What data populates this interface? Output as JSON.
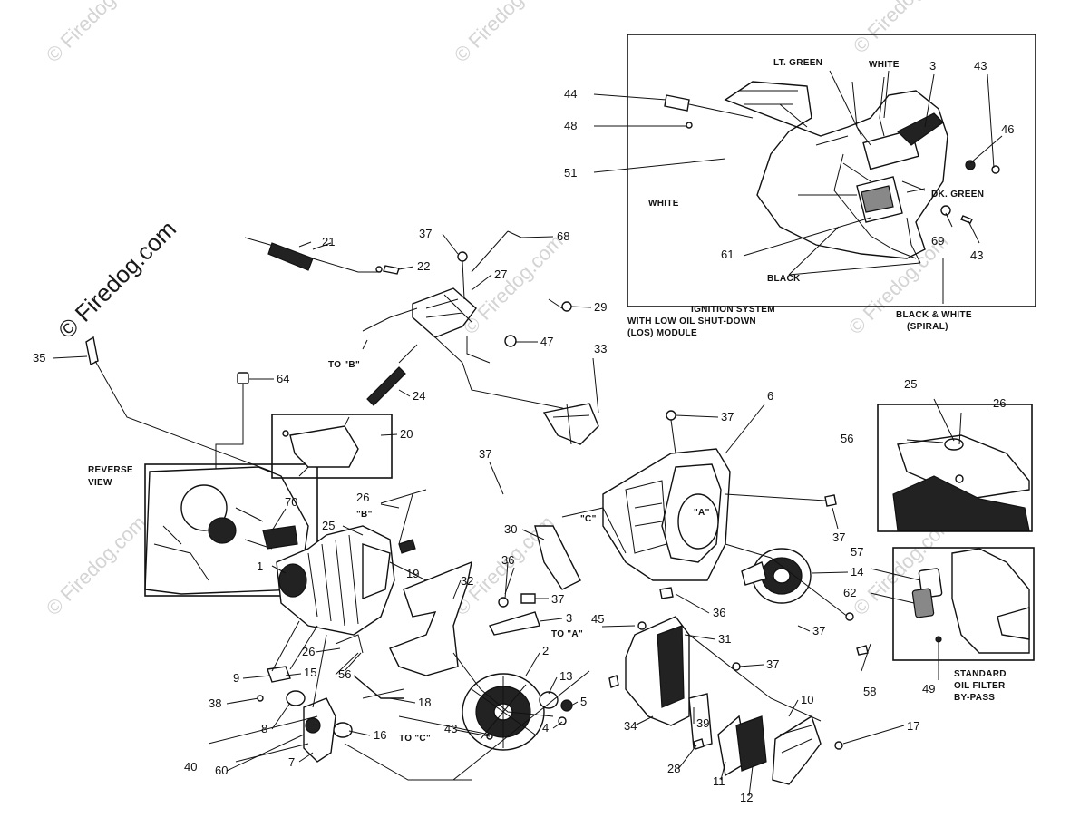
{
  "watermark": {
    "main": "© Firedog.com",
    "faint": "© Firedog.com"
  },
  "captions": {
    "ignition_1": "IGNITION SYSTEM",
    "ignition_2": "WITH LOW OIL SHUT-DOWN",
    "ignition_3": "(LOS) MODULE",
    "reverse_1": "REVERSE",
    "reverse_2": "VIEW",
    "oil_1": "STANDARD",
    "oil_2": "OIL FILTER",
    "oil_3": "BY-PASS"
  },
  "wires": {
    "lt_green": "LT. GREEN",
    "white_top": "WHITE",
    "white_mid": "WHITE",
    "dk_green": "DK. GREEN",
    "black": "BLACK",
    "bw_1": "BLACK & WHITE",
    "bw_2": "(SPIRAL)"
  },
  "refs": {
    "to_b": "TO \"B\"",
    "to_a": "TO \"A\"",
    "to_c": "TO \"C\"",
    "a_mark": "\"A\"",
    "b_mark": "\"B\"",
    "c_mark": "\"C\""
  },
  "callouts": [
    {
      "id": "c44",
      "n": "44"
    },
    {
      "id": "c48",
      "n": "48"
    },
    {
      "id": "c51",
      "n": "51"
    },
    {
      "id": "c3a",
      "n": "3"
    },
    {
      "id": "c43a",
      "n": "43"
    },
    {
      "id": "c46",
      "n": "46"
    },
    {
      "id": "c61",
      "n": "61"
    },
    {
      "id": "c69",
      "n": "69"
    },
    {
      "id": "c43b",
      "n": "43"
    },
    {
      "id": "c21",
      "n": "21"
    },
    {
      "id": "c22",
      "n": "22"
    },
    {
      "id": "c37a",
      "n": "37"
    },
    {
      "id": "c68",
      "n": "68"
    },
    {
      "id": "c27",
      "n": "27"
    },
    {
      "id": "c29",
      "n": "29"
    },
    {
      "id": "c47",
      "n": "47"
    },
    {
      "id": "c35",
      "n": "35"
    },
    {
      "id": "c64",
      "n": "64"
    },
    {
      "id": "c24",
      "n": "24"
    },
    {
      "id": "c33",
      "n": "33"
    },
    {
      "id": "c37b",
      "n": "37"
    },
    {
      "id": "c6",
      "n": "6"
    },
    {
      "id": "c20",
      "n": "20"
    },
    {
      "id": "c37c",
      "n": "37"
    },
    {
      "id": "c70",
      "n": "70"
    },
    {
      "id": "c26a",
      "n": "26"
    },
    {
      "id": "c25a",
      "n": "25"
    },
    {
      "id": "c19",
      "n": "19"
    },
    {
      "id": "c1",
      "n": "1"
    },
    {
      "id": "c30",
      "n": "30"
    },
    {
      "id": "c32",
      "n": "32"
    },
    {
      "id": "c36a",
      "n": "36"
    },
    {
      "id": "c37d",
      "n": "37"
    },
    {
      "id": "c37e",
      "n": "37"
    },
    {
      "id": "c14",
      "n": "14"
    },
    {
      "id": "c36b",
      "n": "36"
    },
    {
      "id": "c37f",
      "n": "37"
    },
    {
      "id": "c25b",
      "n": "25"
    },
    {
      "id": "c26b",
      "n": "26"
    },
    {
      "id": "c56a",
      "n": "56"
    },
    {
      "id": "c57",
      "n": "57"
    },
    {
      "id": "c62",
      "n": "62"
    },
    {
      "id": "c58",
      "n": "58"
    },
    {
      "id": "c49",
      "n": "49"
    },
    {
      "id": "c3b",
      "n": "3"
    },
    {
      "id": "c2",
      "n": "2"
    },
    {
      "id": "c45",
      "n": "45"
    },
    {
      "id": "c31",
      "n": "31"
    },
    {
      "id": "c37g",
      "n": "37"
    },
    {
      "id": "c13",
      "n": "13"
    },
    {
      "id": "c5",
      "n": "5"
    },
    {
      "id": "c4",
      "n": "4"
    },
    {
      "id": "c26c",
      "n": "26"
    },
    {
      "id": "c56b",
      "n": "56"
    },
    {
      "id": "c15",
      "n": "15"
    },
    {
      "id": "c9",
      "n": "9"
    },
    {
      "id": "c38",
      "n": "38"
    },
    {
      "id": "c8",
      "n": "8"
    },
    {
      "id": "c18",
      "n": "18"
    },
    {
      "id": "c16",
      "n": "16"
    },
    {
      "id": "c7",
      "n": "7"
    },
    {
      "id": "c43c",
      "n": "43"
    },
    {
      "id": "c10",
      "n": "10"
    },
    {
      "id": "c17",
      "n": "17"
    },
    {
      "id": "c34",
      "n": "34"
    },
    {
      "id": "c39",
      "n": "39"
    },
    {
      "id": "c28",
      "n": "28"
    },
    {
      "id": "c11",
      "n": "11"
    },
    {
      "id": "c12",
      "n": "12"
    },
    {
      "id": "c40",
      "n": "40"
    },
    {
      "id": "c60",
      "n": "60"
    }
  ]
}
